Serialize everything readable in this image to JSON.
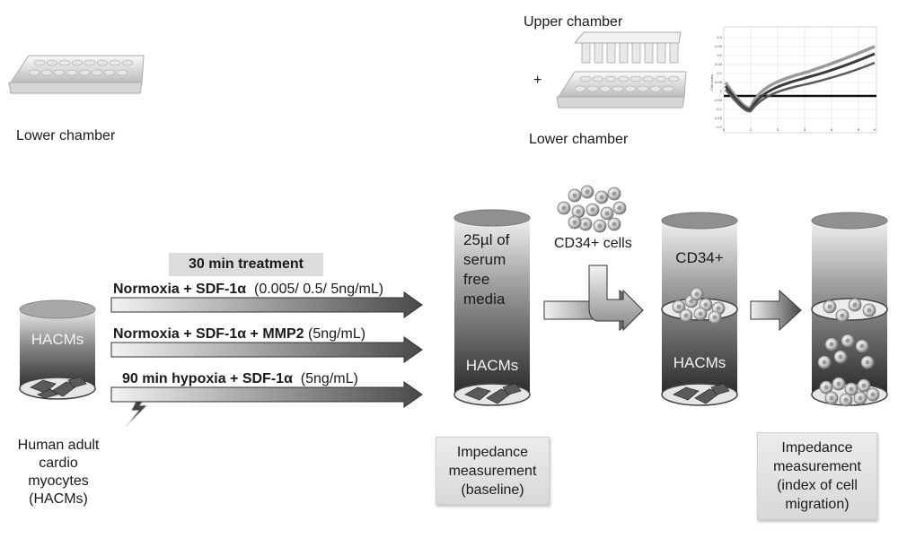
{
  "top": {
    "lower_chamber_left": "Lower chamber",
    "upper_chamber": "Upper chamber",
    "plus": "+",
    "lower_chamber_right": "Lower chamber"
  },
  "hacms_cylinder": "HACMs",
  "hacms_caption": "Human adult\ncardio\nmyocytes\n(HACMs)",
  "treatment": {
    "header": "30 min treatment",
    "conditions": [
      {
        "bold": "Normoxia + SDF-1",
        "alpha": "α",
        "bold_tail": "",
        "detail": "(0.005/ 0.5/ 5ng/mL)"
      },
      {
        "bold": "Normoxia + SDF-1",
        "alpha": "α",
        "bold_tail": " + MMP2",
        "detail": "(5ng/mL)"
      },
      {
        "bold": "90 min hypoxia + SDF-1",
        "alpha": "α",
        "bold_tail": "",
        "detail": "(5ng/mL)"
      }
    ]
  },
  "baseline_cylinder": {
    "media_text": "25µl of\nserum\nfree\nmedia",
    "cells_label": "HACMs"
  },
  "cd34_cells_label": "CD34+ cells",
  "cylinder3": {
    "top_label": "CD34+",
    "cells_label": "HACMs"
  },
  "box_baseline": "Impedance\nmeasurement\n(baseline)",
  "box_migration": "Impedance\nmeasurement\n(index of cell\nmigration)",
  "mini_plot": {
    "ylabel": "Cell Index",
    "yticks": [
      "0.3",
      "0.25",
      "0.2",
      "0.15",
      "0.1",
      "0.05",
      "0",
      "-0.05",
      "-0.1",
      "-0.15",
      "-0.2"
    ],
    "xticks": [
      "0",
      "1",
      "2",
      "3",
      "4",
      "5",
      "6"
    ]
  },
  "colors": {
    "cylinder_dark": "#3a3a3a",
    "cylinder_light": "#e8e8e8",
    "box_fill": "#e0e0e0",
    "tag_fill": "#dcdcdc"
  }
}
